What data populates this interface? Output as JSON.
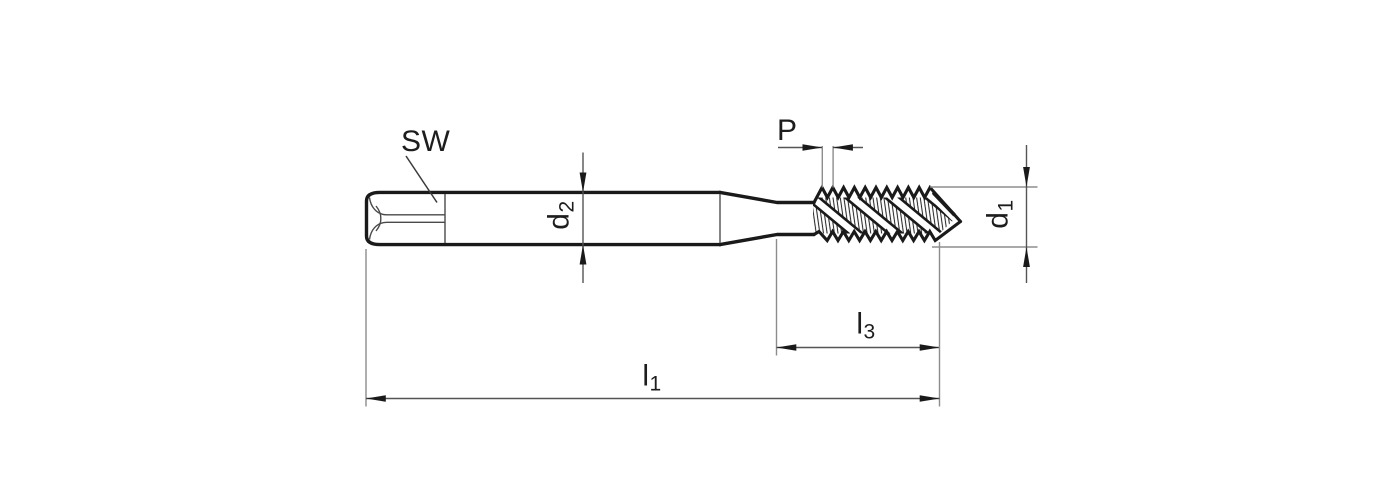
{
  "drawing": {
    "labels": {
      "sw": "SW",
      "p": "P",
      "d2": {
        "base": "d",
        "sub": "2"
      },
      "d1": {
        "base": "d",
        "sub": "1"
      },
      "l3": {
        "base": "l",
        "sub": "3"
      },
      "l1": {
        "base": "l",
        "sub": "1"
      }
    },
    "colors": {
      "background": "#ffffff",
      "outline": "#1a1a1a",
      "dimension_lines": "#555555",
      "extension_lines": "#8d8d8d",
      "label_text": "#1d1d1d"
    }
  }
}
